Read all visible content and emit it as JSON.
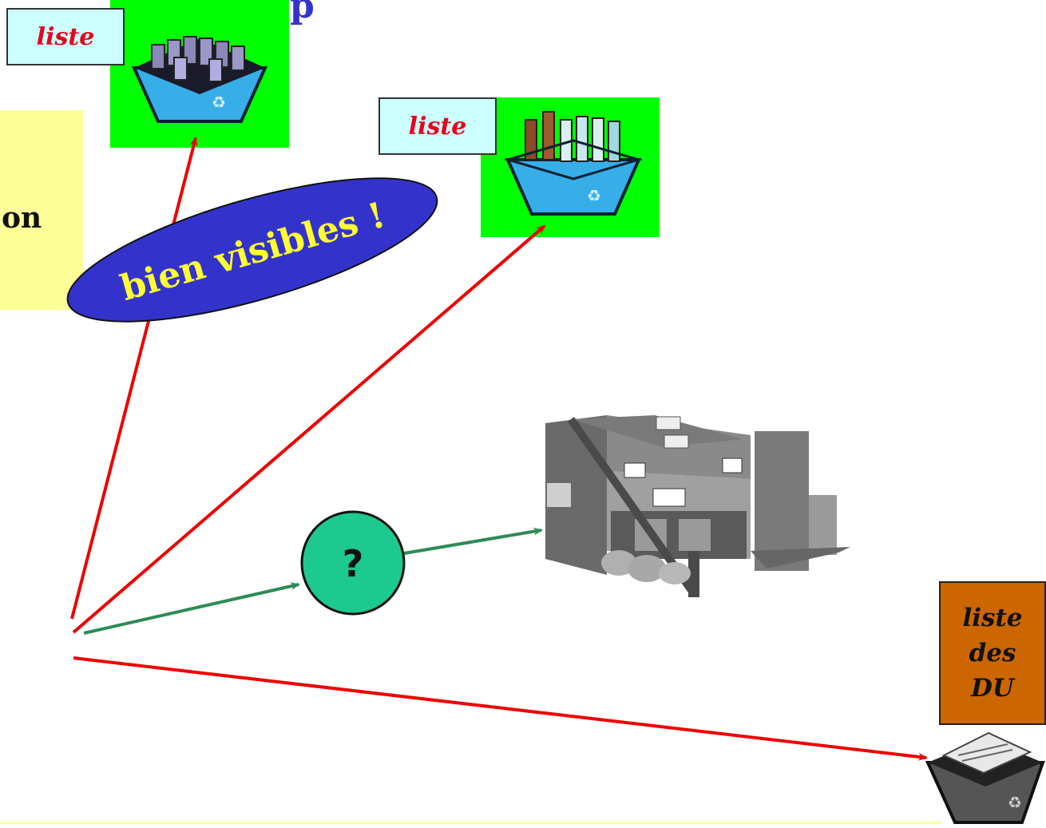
{
  "title_fragment": "p",
  "partial_text": "on",
  "label_top_left": "liste",
  "label_top_middle": "liste",
  "badge_text": "bien visibles !",
  "question_mark": "?",
  "du_box": {
    "line1": "liste",
    "line2": "des",
    "line3": "DU"
  },
  "colors": {
    "arrow_red": "#ee0000",
    "arrow_green": "#2e8b57",
    "bin_green_bg": "#00ff00",
    "ellipse_fill": "#3333cc",
    "ellipse_text": "#ffff33",
    "question_fill": "#1dc98e",
    "du_fill": "#cc6600",
    "note_yellow": "#ffff99"
  },
  "icons": [
    "recycle-bin-cans-icon",
    "recycle-bin-bottles-icon",
    "house-icon",
    "trash-bin-newspapers-icon"
  ]
}
